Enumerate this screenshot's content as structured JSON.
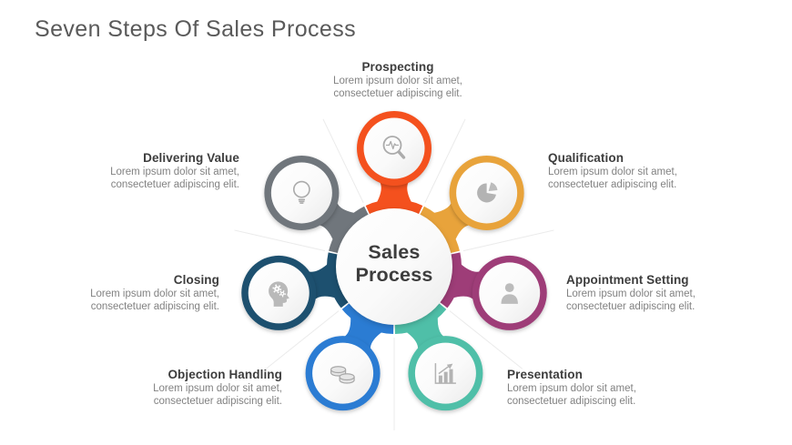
{
  "title": "Seven Steps Of Sales Process",
  "center": {
    "label": "Sales Process"
  },
  "steps": [
    {
      "name": "Prospecting",
      "description": "Lorem ipsum dolor sit amet, consectetuer adipiscing elit.",
      "color": "#F4511E",
      "icon": "search-pulse-icon"
    },
    {
      "name": "Qualification",
      "description": "Lorem ipsum dolor sit amet, consectetuer adipiscing elit.",
      "color": "#E8A33B",
      "icon": "pie-chart-icon"
    },
    {
      "name": "Appointment Setting",
      "description": "Lorem ipsum dolor sit amet, consectetuer adipiscing elit.",
      "color": "#9E3D78",
      "icon": "person-icon"
    },
    {
      "name": "Presentation",
      "description": "Lorem ipsum dolor sit amet, consectetuer adipiscing elit.",
      "color": "#4FBFA8",
      "icon": "growth-chart-icon"
    },
    {
      "name": "Objection Handling",
      "description": "Lorem ipsum dolor sit amet, consectetuer adipiscing elit.",
      "color": "#2B7CD3",
      "icon": "coins-icon"
    },
    {
      "name": "Closing",
      "description": "Lorem ipsum dolor sit amet, consectetuer adipiscing elit.",
      "color": "#1D506F",
      "icon": "head-gears-icon"
    },
    {
      "name": "Delivering Value",
      "description": "Lorem ipsum dolor sit amet, consectetuer adipiscing elit.",
      "color": "#70767C",
      "icon": "lightbulb-icon"
    }
  ]
}
